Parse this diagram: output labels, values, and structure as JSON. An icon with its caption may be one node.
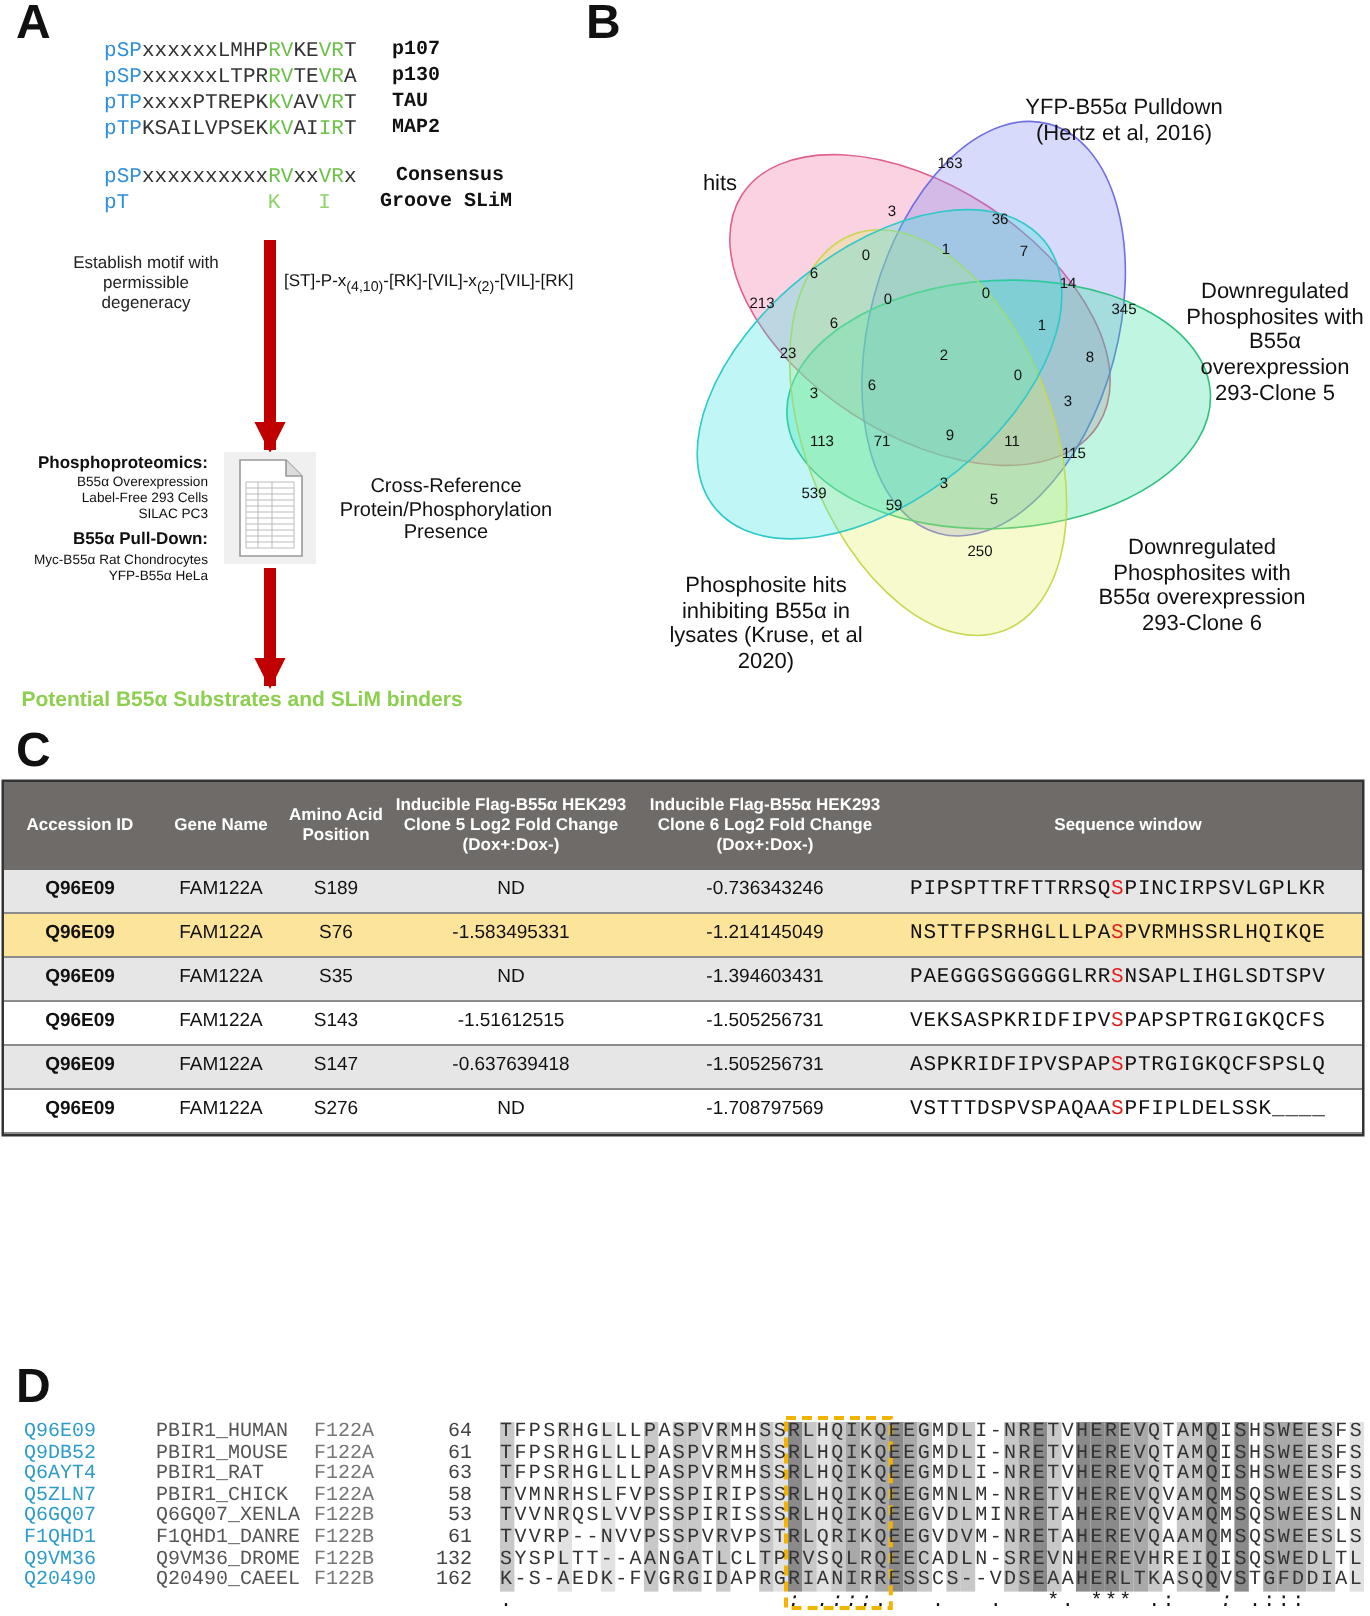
{
  "diagram": {
    "nodes": [
      {
        "text": [],
        "shape": "picture",
        "beside": [
          "Phosphoproteomics:",
          "B55α Overexpression",
          "Label-Free 293 Cells",
          "SILAC PC3",
          "B55α Pull-Down:",
          "Myc-B55α Rat Chondrocytes",
          "YFP-B55α HeLa",
          "Cross-Reference Protein/Phosphorylation Presence"
        ]
      },
      {
        "text": [
          "Potential B55α Substrates and SLiM binders"
        ]
      }
    ],
    "edges": [
      {
        "from": null,
        "to": 0,
        "arrow": "to"
      },
      {
        "from": 0,
        "to": 1,
        "arrow": "to"
      }
    ],
    "labels": [
      "A",
      "pSPxxxxxxLMHPRVKEVRT",
      "p107",
      "pSPxxxxxxLTPRRVTEVRA",
      "p130",
      "pTPxxxxPTREPKKVAVVRT",
      "TAU",
      "pTPKSAILVPSEKKVAIIRT",
      "MAP2",
      "pSPxxxxxxxxxxRVxxVRx",
      "Consensus",
      "pT",
      "K",
      "I",
      "Groove SLiM",
      "Establish motif with permissible degeneracy",
      "[ST]-P-x$_{(4,10)}$-[RK]-[VIL]-x$_{(2)}$-[VIL]-[RK]",
      "B",
      "YFP-B55α Pulldown (Hertz et al, 2016)",
      "hits",
      "Downregulated Phosphosites with B55α overexpression 293-Clone 5",
      "Downregulated Phosphosites with B55α overexpression 293-Clone 6",
      "Phosphosite hits inhibiting B55α in lysates (Kruse, et al 2020)",
      "163",
      "3",
      "36",
      "0",
      "1",
      "7",
      "6",
      "14",
      "213",
      "0",
      "0",
      "345",
      "6",
      "1",
      "23",
      "2",
      "8",
      "0",
      "3",
      "6",
      "3",
      "113",
      "71",
      "9",
      "11",
      "115",
      "539",
      "3",
      "5",
      "59",
      "250",
      "C",
      "Accession ID",
      "Gene Name",
      "Amino Acid Position",
      "Inducible Flag-B55α HEK293 Clone 5 Log2 Fold Change (Dox+:Dox-)",
      "Inducible Flag-B55α HEK293 Clone 6 Log2 Fold Change (Dox+:Dox-)",
      "Sequence window",
      "Q96E09",
      "FAM122A",
      "S189",
      "ND",
      "-0.736343246",
      "PIPSPTTRFTTRRSQSPINCIRPSVLGPLKR",
      "Q96E09",
      "FAM122A",
      "S76",
      "-1.583495331",
      "-1.214145049",
      "NSTTFPSRHGLLLPASPVRMHSSRLHQIKQE",
      "Q96E09",
      "FAM122A",
      "S35",
      "ND",
      "-1.394603431",
      "PAEGGGSGGGGGLRRSNSAPLIHGLSDTSPV",
      "Q96E09",
      "FAM122A",
      "S143",
      "-1.51612515",
      "-1.505256731",
      "VEKSASPKRIDFIPVSPAPSPTRGIGKQCFS",
      "Q96E09",
      "FAM122A",
      "S147",
      "-0.637639418",
      "-1.505256731",
      "ASPKRIDFIPVSPAPSPTRGIGKQCFSPSLQ",
      "Q96E09",
      "FAM122A",
      "S276",
      "ND",
      "-1.708797569",
      "VSTTTDSPVSPAQAASPFIPLDELSSK____",
      "D",
      "Q96E09",
      "PBIR1_HUMAN",
      "F122A",
      "64",
      "TFPSRHGLLLPASPVRMHSSRLHQIKQEEGMDLI-NRETVHEREVQTAMQISHSWEESFS",
      "Q9DB52",
      "PBIR1_MOUSE",
      "F122A",
      "61",
      "TFPSRHGLLLPASPVRMHSSRLHQIKQEEGMDLI-NRETVHEREVQTAMQISHSWEESFS",
      "Q6AYT4",
      "PBIR1_RAT",
      "F122A",
      "63",
      "TFPSRHGLLLPASPVRMHSSRLHQIKQEEGMDLI-NRETVHEREVQTAMQISHSWEESFS",
      "Q5ZLN7",
      "PBIR1_CHICK",
      "F122A",
      "58",
      "TVMNRHSLFVPSSPIRIPSSRLHQIKQEEGMNLM-NRETVHEREVQVAMQMSQSWEESLS",
      "Q6GQ07",
      "Q6GQ07_XENLA",
      "F122B",
      "53",
      "TVVNRQSLVVPSSPIRISSSRLHQIKQEEGVDLMINRETAHEREVQVAMQMSQSWEESLN",
      "F1QHD1",
      "F1QHD1_DANRE",
      "F122B",
      "61",
      "TVVRP--NVVPSSPVRVPSTRLQRIKQEEGVDVM-NRETAHEREVQAAMQMSQSWEESLS",
      "Q9VM36",
      "Q9VM36_DROME",
      "F122B",
      "132",
      "SYSPLTT--AANGATLCLTPRVSQLRQEECADLN-SREVNHEREVHREIQISQSWEDLTL",
      "Q20490",
      "Q20490_CAEEL",
      "F122B",
      "162",
      "K-S-AEDK-FVGRGIDAPRGRIANIRRESSCS--VDSEAAHERLTKASQQVSTGFDDIAL",
      ".                   *: .:::*.   .   .   *. *** .:   *:* .:::"
    ]
  }
}
